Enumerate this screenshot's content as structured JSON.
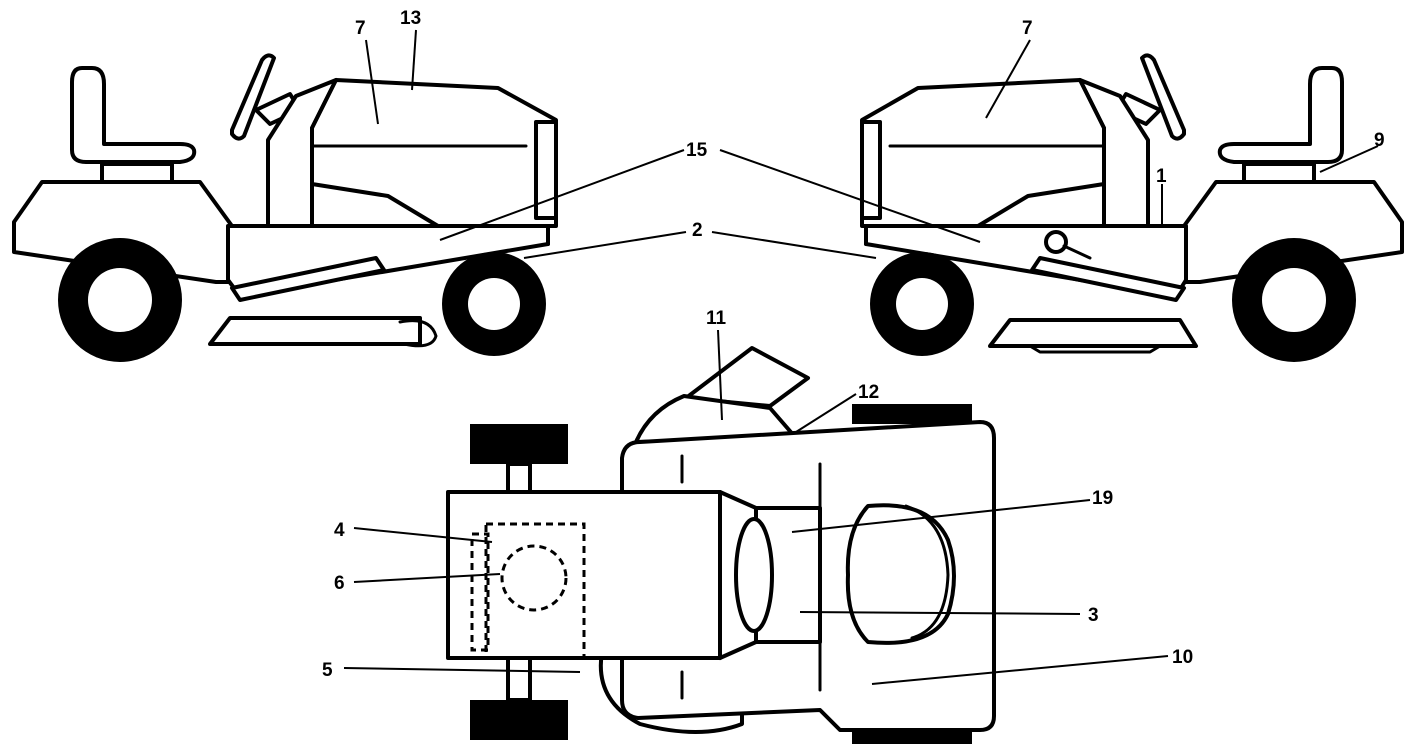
{
  "callouts": {
    "c7_left": "7",
    "c13": "13",
    "c15": "15",
    "c2": "2",
    "c7_right": "7",
    "c9": "9",
    "c1": "1",
    "c11": "11",
    "c12": "12",
    "c19": "19",
    "c4": "4",
    "c6": "6",
    "c3": "3",
    "c10": "10",
    "c5": "5"
  }
}
